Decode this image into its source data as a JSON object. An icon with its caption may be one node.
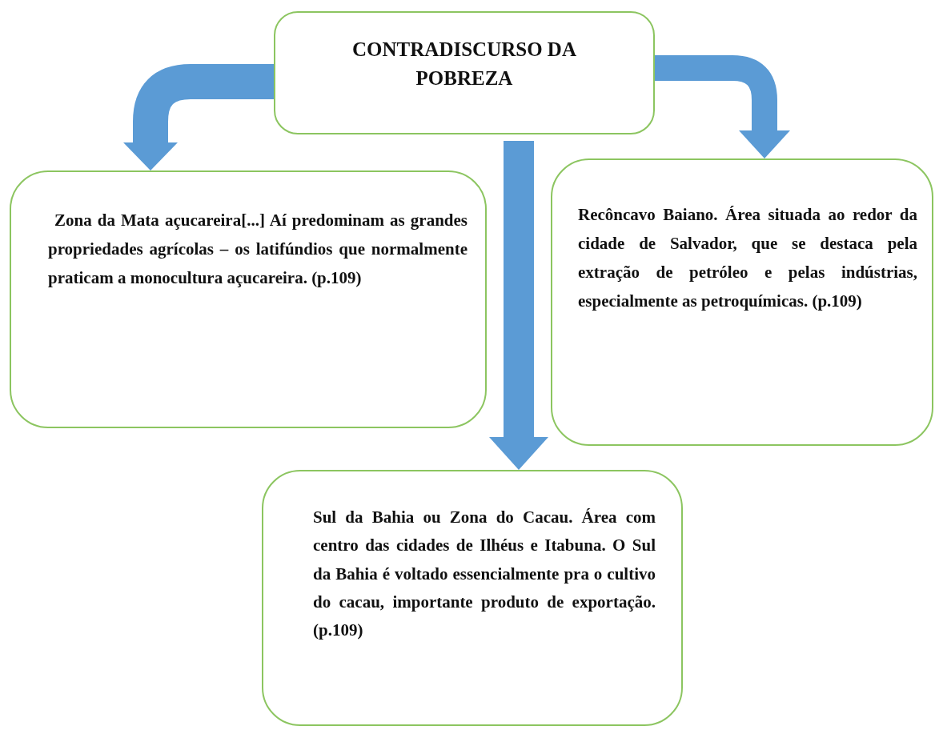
{
  "diagram": {
    "nodes": [
      {
        "text": [
          "CONTRADISCURSO DA POBREZA"
        ]
      },
      {
        "text": [
          "Zona da Mata açucareira[...] Aí predominam as grandes propriedades agrícolas – os latifúndios que normalmente praticam a monocultura açucareira. (p.109)"
        ]
      },
      {
        "text": [
          "Recôncavo Baiano. Área situada ao redor da cidade de Salvador, que se destaca pela extração de petróleo e pelas indústrias, especialmente as petroquímicas. (p.109)"
        ]
      },
      {
        "text": [
          "Sul da Bahia ou Zona do Cacau. Área com centro das cidades de Ilhéus e Itabuna. O Sul da Bahia é voltado essencialmente pra o cultivo do cacau, importante produto de exportação. (p.109)"
        ]
      }
    ],
    "edges": [
      {
        "from": 0,
        "to": 1,
        "arrow": "to"
      },
      {
        "from": 0,
        "to": 3,
        "arrow": "to"
      },
      {
        "from": 0,
        "to": 2,
        "arrow": "to"
      }
    ]
  }
}
